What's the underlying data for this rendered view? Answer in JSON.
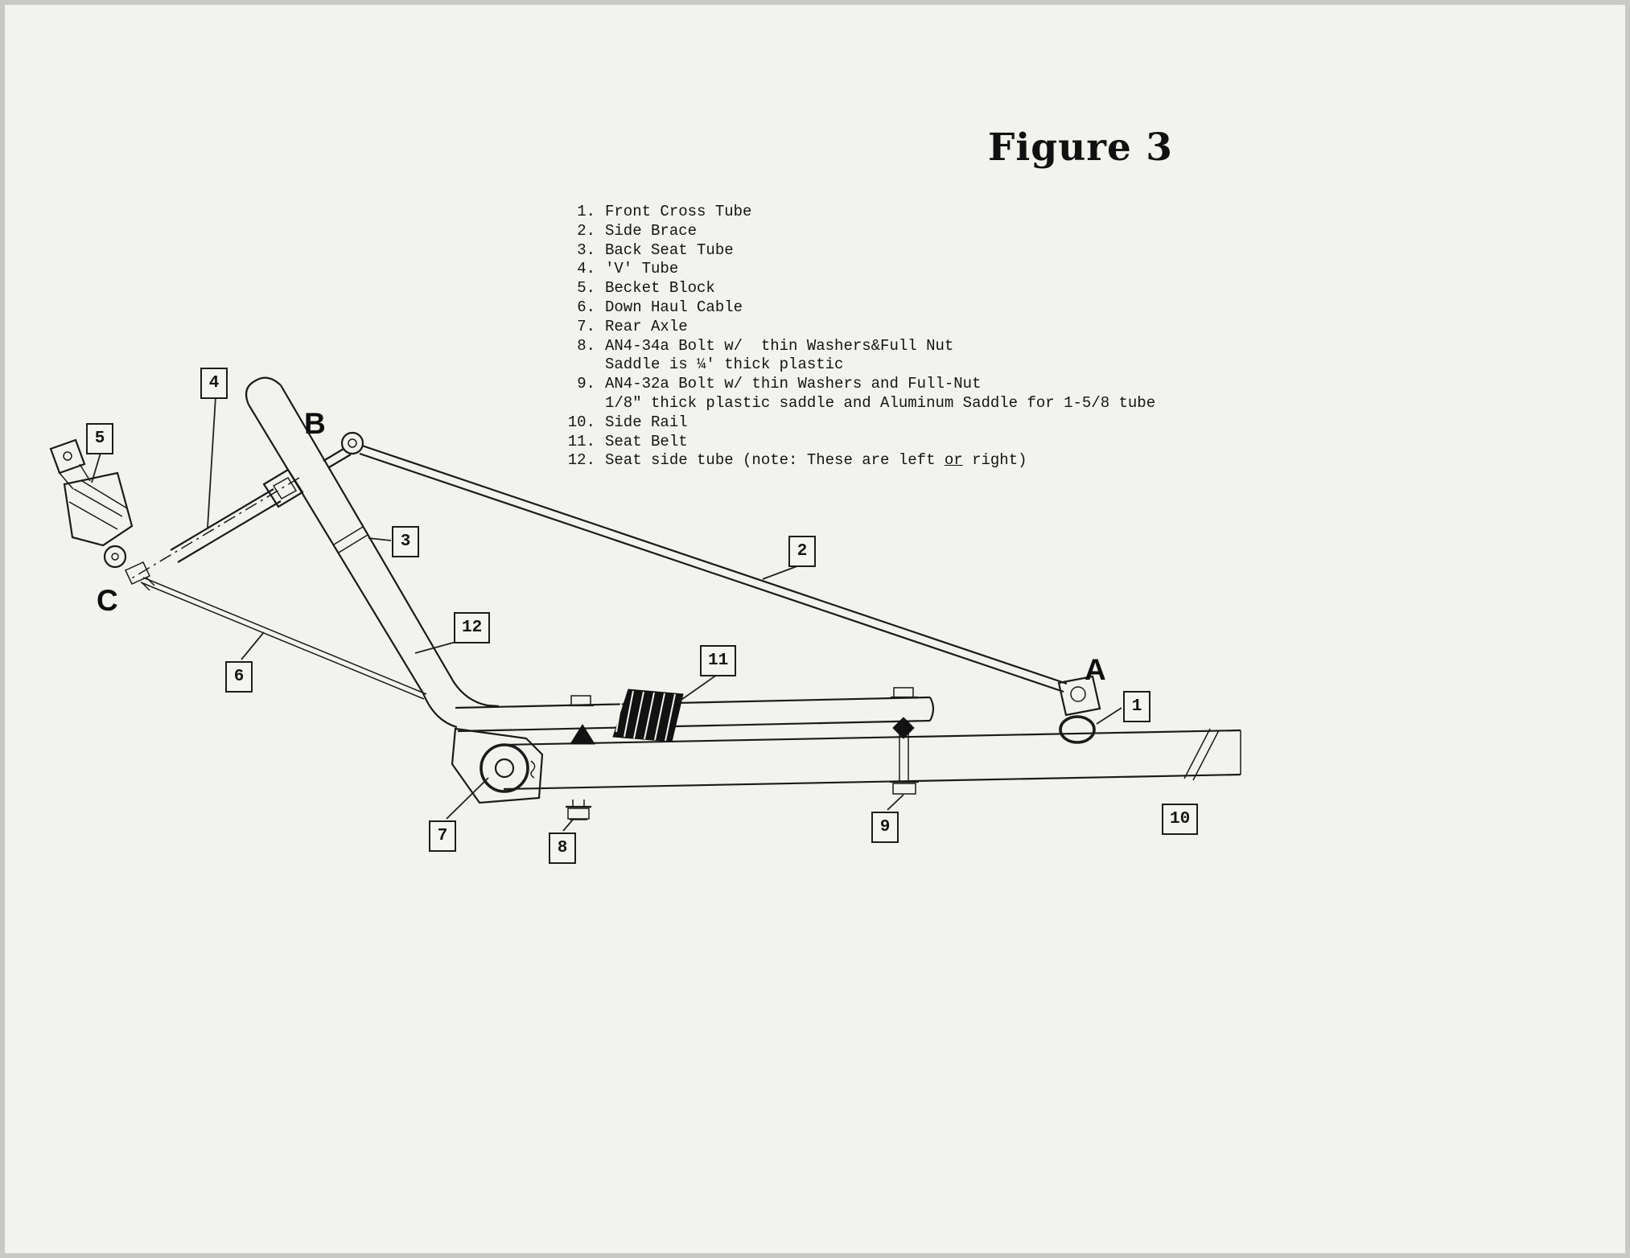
{
  "page": {
    "title": "Figure 3"
  },
  "parts_list": [
    {
      "num": "1.",
      "text": "Front Cross Tube"
    },
    {
      "num": "2.",
      "text": "Side Brace"
    },
    {
      "num": "3.",
      "text": "Back Seat Tube"
    },
    {
      "num": "4.",
      "text": "'V' Tube"
    },
    {
      "num": "5.",
      "text": "Becket Block"
    },
    {
      "num": "6.",
      "text": "Down Haul Cable"
    },
    {
      "num": "7.",
      "text": "Rear Axle"
    },
    {
      "num": "8.",
      "text": "AN4-34a Bolt w/  thin Washers&Full Nut",
      "text2": "Saddle is ¼' thick plastic"
    },
    {
      "num": "9.",
      "text": "AN4-32a Bolt w/ thin Washers and Full-Nut",
      "text2": "1/8\" thick plastic saddle and Aluminum Saddle for 1-5/8 tube"
    },
    {
      "num": "10.",
      "text": "Side Rail"
    },
    {
      "num": "11.",
      "text": "Seat Belt"
    },
    {
      "num": "12.",
      "text_pre": "Seat side tube (note: These are left ",
      "text_or": "or",
      "text_post": " right)"
    }
  ],
  "callouts": {
    "c1": "1",
    "c2": "2",
    "c3": "3",
    "c4": "4",
    "c5": "5",
    "c6": "6",
    "c7": "7",
    "c8": "8",
    "c9": "9",
    "c10": "10",
    "c11": "11",
    "c12": "12"
  },
  "point_labels": {
    "a": "A",
    "b": "B",
    "c": "C"
  }
}
